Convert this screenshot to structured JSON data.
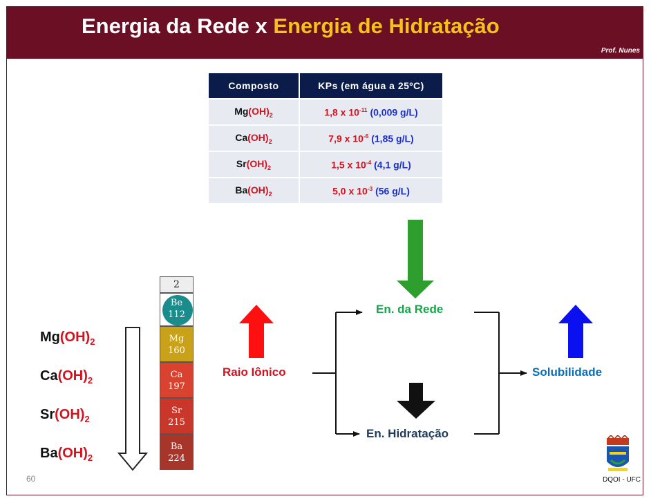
{
  "header": {
    "title_part1": "Energia da Rede x",
    "title_part2": "Energia de Hidratação",
    "author": "Prof. Nunes"
  },
  "table": {
    "headers": [
      "Composto",
      "KPs (em água a 25ºC)"
    ],
    "rows": [
      {
        "metal": "Mg",
        "group": "(OH)",
        "sub": "2",
        "kps_base": "1,8 x 10",
        "kps_exp": "-11",
        "solubility": "(0,009 g/L)"
      },
      {
        "metal": "Ca",
        "group": "(OH)",
        "sub": "2",
        "kps_base": "7,9 x 10",
        "kps_exp": "-6",
        "solubility": "(1,85 g/L)"
      },
      {
        "metal": "Sr",
        "group": "(OH)",
        "sub": "2",
        "kps_base": "1,5 x 10",
        "kps_exp": "-4",
        "solubility": "(4,1 g/L)"
      },
      {
        "metal": "Ba",
        "group": "(OH)",
        "sub": "2",
        "kps_base": "5,0 x 10",
        "kps_exp": "-3",
        "solubility": "(56 g/L)"
      }
    ]
  },
  "left_list": [
    {
      "metal": "Mg",
      "group": "(OH)",
      "sub": "2"
    },
    {
      "metal": "Ca",
      "group": "(OH)",
      "sub": "2"
    },
    {
      "metal": "Sr",
      "group": "(OH)",
      "sub": "2"
    },
    {
      "metal": "Ba",
      "group": "(OH)",
      "sub": "2"
    }
  ],
  "periodic_column": {
    "group": "2",
    "elements": [
      {
        "symbol": "Be",
        "radius": "112",
        "color": "#1a8c8c"
      },
      {
        "symbol": "Mg",
        "radius": "160",
        "color": "#c9a21a"
      },
      {
        "symbol": "Ca",
        "radius": "197",
        "color": "#d9422e"
      },
      {
        "symbol": "Sr",
        "radius": "215",
        "color": "#c9362a"
      },
      {
        "symbol": "Ba",
        "radius": "224",
        "color": "#a8352a"
      }
    ]
  },
  "diagram": {
    "raio_ionico": "Raio Iônico",
    "en_rede": "En. da Rede",
    "en_hidratacao": "En. Hidratação",
    "solubilidade": "Solubilidade"
  },
  "colors": {
    "header_bg": "#6b0f24",
    "title_accent": "#f4c219",
    "arrow_red": "#ff1010",
    "arrow_green": "#2e9e2e",
    "arrow_blue": "#0a10f0",
    "arrow_black": "#111111"
  },
  "footer": {
    "slide_number": "60",
    "institution": "DQOI - UFC"
  }
}
